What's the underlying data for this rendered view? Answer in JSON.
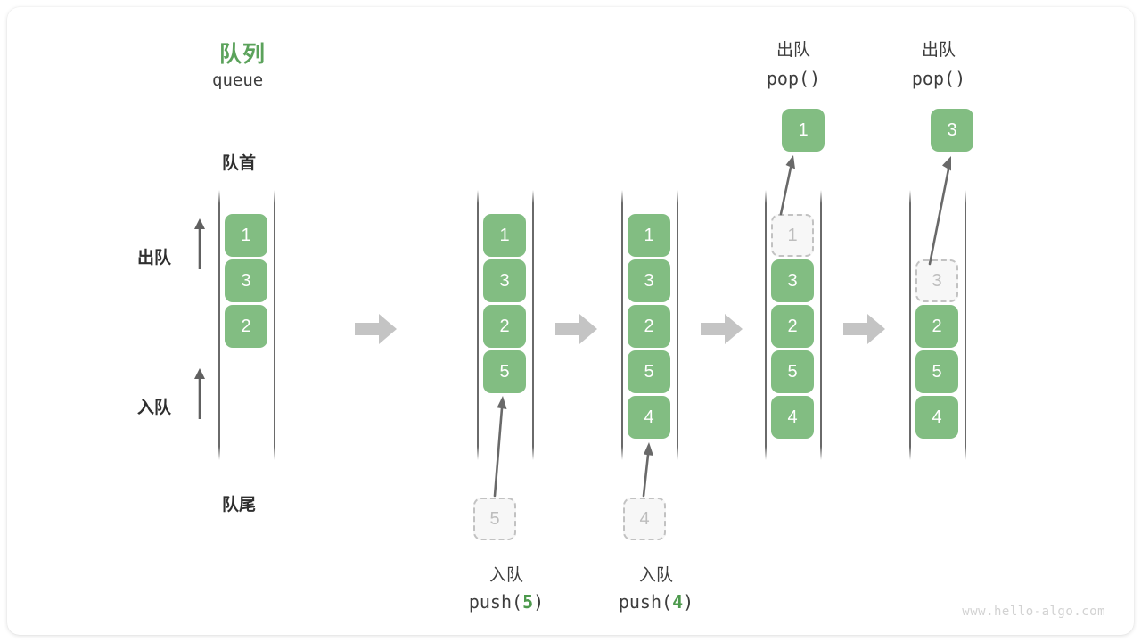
{
  "diagram": {
    "title_cn": "队列",
    "title_en": "queue",
    "front_label": "队首",
    "rear_label": "队尾",
    "dequeue_label": "出队",
    "enqueue_label": "入队",
    "watermark": "www.hello-algo.com",
    "colors": {
      "accent_green": "#82bd82",
      "title_green": "#5ba25b",
      "ghost_gray": "#bdbdbd",
      "flow_arrow_gray": "#c4c4c4",
      "rail_gray": "#505050"
    }
  },
  "stages": [
    {
      "id": "stage-initial",
      "cells": [
        {
          "value": "1",
          "state": "filled"
        },
        {
          "value": "3",
          "state": "filled"
        },
        {
          "value": "2",
          "state": "filled"
        }
      ],
      "op_cn": "",
      "op_code": "",
      "op_arg": "",
      "incoming": null,
      "popped": null
    },
    {
      "id": "stage-push-5",
      "cells": [
        {
          "value": "1",
          "state": "filled"
        },
        {
          "value": "3",
          "state": "filled"
        },
        {
          "value": "2",
          "state": "filled"
        },
        {
          "value": "5",
          "state": "filled"
        }
      ],
      "op_cn": "入队",
      "op_code_prefix": "push(",
      "op_arg": "5",
      "op_code_suffix": ")",
      "incoming": {
        "value": "5",
        "state": "ghost"
      },
      "popped": null
    },
    {
      "id": "stage-push-4",
      "cells": [
        {
          "value": "1",
          "state": "filled"
        },
        {
          "value": "3",
          "state": "filled"
        },
        {
          "value": "2",
          "state": "filled"
        },
        {
          "value": "5",
          "state": "filled"
        },
        {
          "value": "4",
          "state": "filled"
        }
      ],
      "op_cn": "入队",
      "op_code_prefix": "push(",
      "op_arg": "4",
      "op_code_suffix": ")",
      "incoming": {
        "value": "4",
        "state": "ghost"
      },
      "popped": null
    },
    {
      "id": "stage-pop-1",
      "cells": [
        {
          "value": "1",
          "state": "ghost"
        },
        {
          "value": "3",
          "state": "filled"
        },
        {
          "value": "2",
          "state": "filled"
        },
        {
          "value": "5",
          "state": "filled"
        },
        {
          "value": "4",
          "state": "filled"
        }
      ],
      "op_cn": "出队",
      "op_code_prefix": "pop(",
      "op_arg": "",
      "op_code_suffix": ")",
      "incoming": null,
      "popped": {
        "value": "1",
        "state": "filled"
      }
    },
    {
      "id": "stage-pop-3",
      "cells": [
        {
          "value": "",
          "state": "empty"
        },
        {
          "value": "3",
          "state": "ghost"
        },
        {
          "value": "2",
          "state": "filled"
        },
        {
          "value": "5",
          "state": "filled"
        },
        {
          "value": "4",
          "state": "filled"
        }
      ],
      "op_cn": "出队",
      "op_code_prefix": "pop(",
      "op_arg": "",
      "op_code_suffix": ")",
      "incoming": null,
      "popped": {
        "value": "3",
        "state": "filled"
      }
    }
  ]
}
